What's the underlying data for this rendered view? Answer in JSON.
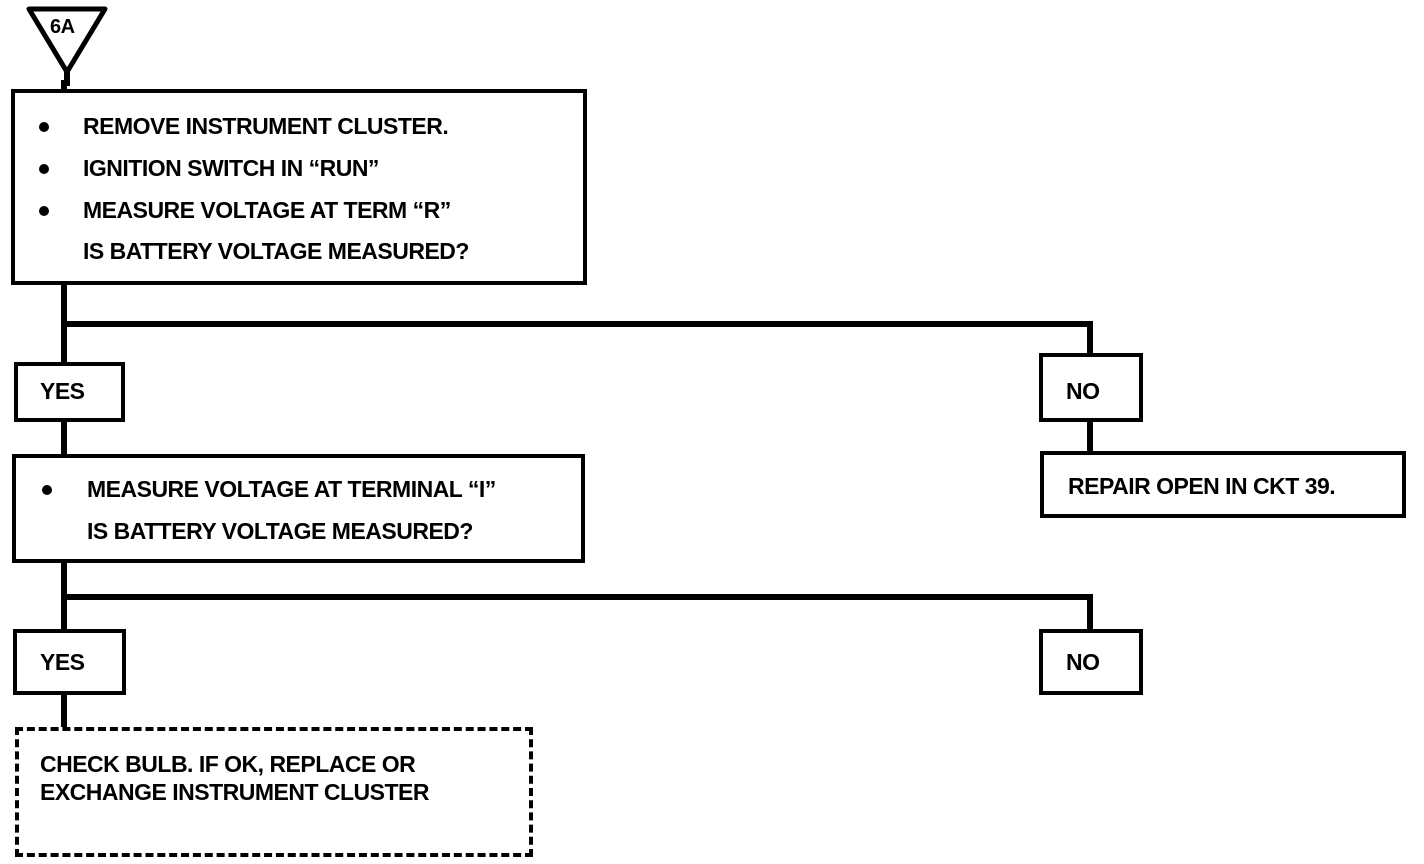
{
  "start_marker": "6A",
  "step1": {
    "bullets": [
      "REMOVE INSTRUMENT CLUSTER.",
      "IGNITION SWITCH IN “RUN”",
      "MEASURE VOLTAGE AT TERM “R”"
    ],
    "question": "IS BATTERY VOLTAGE MEASURED?"
  },
  "branch1": {
    "yes_label": "YES",
    "no_label": "NO",
    "no_result": "REPAIR OPEN IN CKT 39."
  },
  "step2": {
    "bullets": [
      "MEASURE VOLTAGE AT TERMINAL “I”"
    ],
    "question": "IS BATTERY VOLTAGE MEASURED?"
  },
  "branch2": {
    "yes_label": "YES",
    "no_label": "NO",
    "yes_result_lines": [
      "CHECK BULB. IF OK, REPLACE OR",
      "EXCHANGE INSTRUMENT CLUSTER"
    ]
  },
  "colors": {
    "ink": "#000000",
    "paper": "#ffffff"
  }
}
